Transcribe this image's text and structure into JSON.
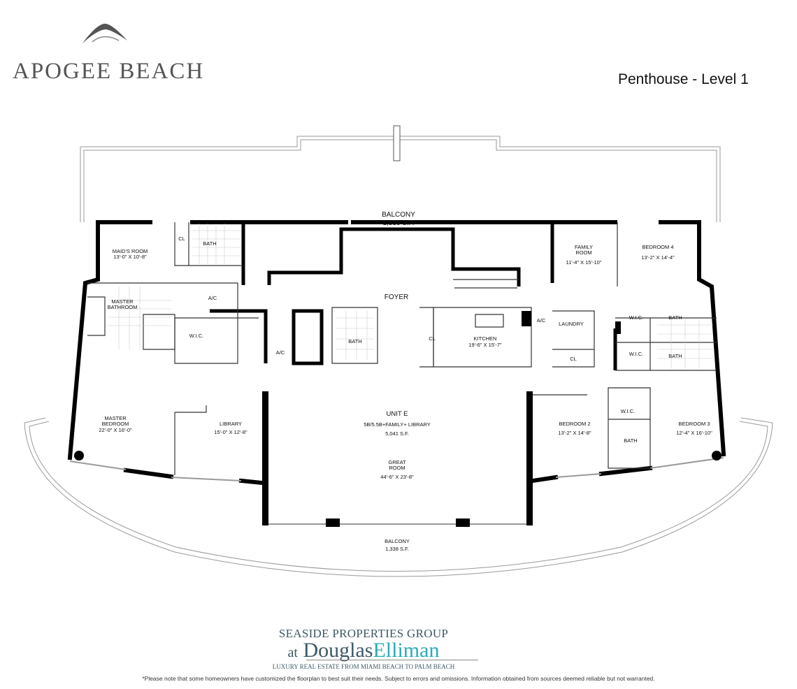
{
  "header": {
    "brand": "APOGEE BEACH",
    "title": "Penthouse - Level 1"
  },
  "rooms": {
    "balcony_top": {
      "name": "BALCONY",
      "area": "1,539 S.F."
    },
    "maids_room": {
      "name": "MAID'S ROOM",
      "dims": "13'-0\" X 10'-8\""
    },
    "maid_cl": "CL",
    "maid_bath": "BATH",
    "master_bathroom": {
      "line1": "MASTER",
      "line2": "BATHROOM"
    },
    "ac1": "A/C",
    "master_wic": "W.I.C.",
    "ac2": "A/C",
    "powder_bath": "BATH",
    "foyer": "FOYER",
    "kitchen_cl": "CL",
    "kitchen": {
      "name": "KITCHEN",
      "dims": "19'-6\" X 15'-7\""
    },
    "ac3": "A/C",
    "laundry": "LAUNDRY",
    "laundry_cl": "CL",
    "family_room": {
      "line1": "FAMILY",
      "line2": "ROOM",
      "dims": "11'-4\" X 15'-10\""
    },
    "bedroom4": {
      "name": "BEDROOM 4",
      "dims": "13'-2\" X 14'-4\""
    },
    "bed4_wic": "W.I.C.",
    "bed4_bath": "BATH",
    "bed3_wic": "W.I.C.",
    "bed3_bath": "BATH",
    "master_bedroom": {
      "line1": "MASTER",
      "line2": "BEDROOM",
      "dims": "22'-0\" X 16'-0\""
    },
    "library": {
      "name": "LIBRARY",
      "dims": "15'-0\" X 12'-8\""
    },
    "unit": {
      "name": "UNIT E",
      "config": "5B/5.5B+FAMILY+ LIBRARY",
      "area": "5,041 S.F."
    },
    "great_room": {
      "line1": "GREAT",
      "line2": "ROOM",
      "dims": "44'-6\" X 23'-8\""
    },
    "bedroom2": {
      "name": "BEDROOM 2",
      "dims": "13'-2\" X 14'-8\""
    },
    "bed2_wic": "W.I.C.",
    "bed2_bath": "BATH",
    "bedroom3": {
      "name": "BEDROOM 3",
      "dims": "12'-4\" X 16'-10\""
    },
    "balcony_bottom": {
      "name": "BALCONY",
      "area": "1,338 S.F."
    }
  },
  "footer": {
    "group": "SEASIDE PROPERTIES GROUP",
    "at": "at",
    "douglas": "Douglas",
    "elliman": "Elliman",
    "tagline": "LUXURY REAL ESTATE FROM MIAMI BEACH TO PALM BEACH",
    "disclaimer": "*Please note that some homeowners have customized the floorplan to best suit their needs. Subject to errors and omissions. Information obtained from sources deemed reliable but not warranted."
  },
  "colors": {
    "wall": "#000000",
    "brand_gray": "#555555",
    "teal": "#2aaab8",
    "navy": "#3d5866"
  }
}
